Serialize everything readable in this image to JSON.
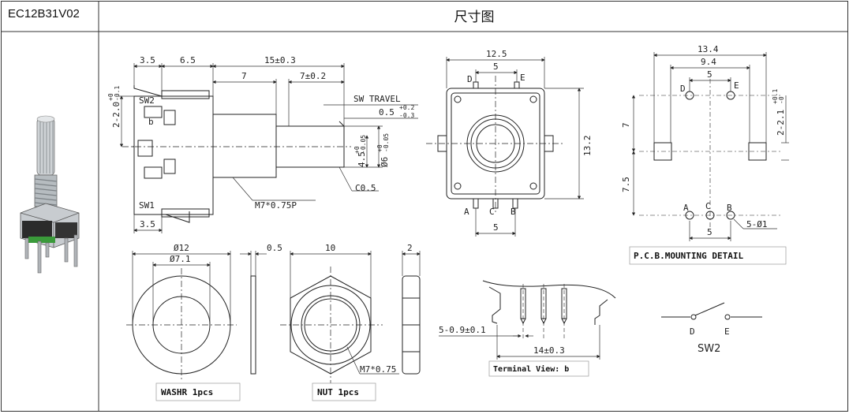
{
  "header": {
    "model_code": "EC12B31V02",
    "title": "尺寸图"
  },
  "side_view": {
    "dim_3_5_top": "3.5",
    "dim_6_5": "6.5",
    "dim_15": "15±0.3",
    "dim_7": "7",
    "dim_7_02": "7±0.2",
    "sw_travel": "SW TRAVEL",
    "travel_val": "0.5",
    "travel_tol_up": "+0.2",
    "travel_tol_dn": "-0.3",
    "dim_2_left": "2-2.0",
    "dim_2_left_tol_up": "+0",
    "dim_2_left_tol_dn": "-0.1",
    "sw2": "SW2",
    "b": "b",
    "sw1": "SW1",
    "dim_3_5_bot": "3.5",
    "thread": "M7*0.75P",
    "c05": "C0.5",
    "d45": "4.5",
    "d45_tol_up": "+0",
    "d45_tol_dn": "-0.05",
    "d6": "Ø6",
    "d6_tol_up": "+0",
    "d6_tol_dn": "-0.05"
  },
  "front_view": {
    "width_12_5": "12.5",
    "pin_5_top": "5",
    "d": "D",
    "e": "E",
    "height_13_2": "13.2",
    "a": "A",
    "c": "C",
    "b": "B",
    "pin_5_bot": "5"
  },
  "pcb": {
    "w_13_4": "13.4",
    "w_9_4": "9.4",
    "w_5_top": "5",
    "d": "D",
    "e": "E",
    "h_7": "7",
    "h_7_5": "7.5",
    "right_dim": "2-2.1",
    "right_tol_up": "+0.1",
    "right_tol_dn": "-0",
    "a": "A",
    "c": "C",
    "b": "B",
    "holes": "5-Ø1",
    "w_5_bot": "5",
    "label": "P.C.B.MOUNTING DETAIL"
  },
  "washer": {
    "d12": "Ø12",
    "d7_1": "Ø7.1",
    "thick": "0.5",
    "label": "WASHR  1pcs"
  },
  "nut": {
    "w10": "10",
    "thick": "2",
    "thread": "M7*0.75",
    "label": "NUT 1pcs"
  },
  "terminal": {
    "pins": "5-0.9±0.1",
    "width": "14±0.3",
    "label": "Terminal View: b"
  },
  "switch": {
    "d": "D",
    "e": "E",
    "name": "SW2"
  }
}
